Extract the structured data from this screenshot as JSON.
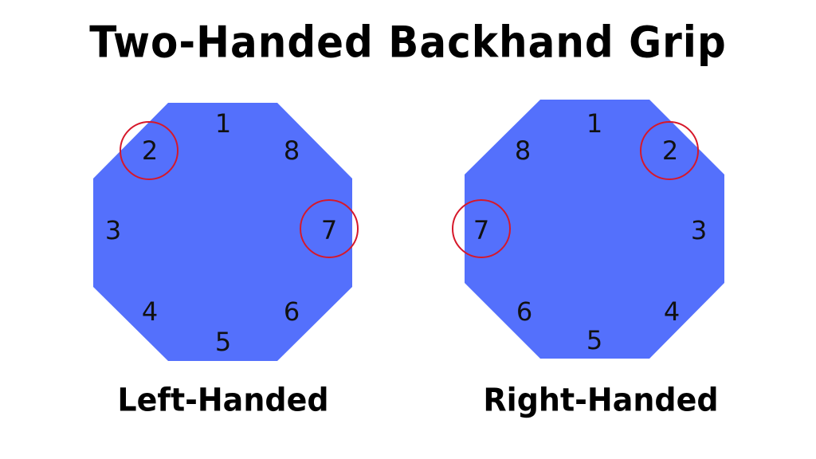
{
  "title": "Two-Handed Backhand Grip",
  "colors": {
    "octagon_fill": "#5470fc",
    "highlight_circle": "#d6182a",
    "text": "#000000",
    "background": "#ffffff"
  },
  "diagrams": [
    {
      "caption": "Left-Handed",
      "bevels": [
        {
          "label": "1",
          "highlighted": false
        },
        {
          "label": "2",
          "highlighted": true
        },
        {
          "label": "3",
          "highlighted": false
        },
        {
          "label": "4",
          "highlighted": false
        },
        {
          "label": "5",
          "highlighted": false
        },
        {
          "label": "6",
          "highlighted": false
        },
        {
          "label": "7",
          "highlighted": true
        },
        {
          "label": "8",
          "highlighted": false
        }
      ]
    },
    {
      "caption": "Right-Handed",
      "bevels": [
        {
          "label": "1",
          "highlighted": false
        },
        {
          "label": "2",
          "highlighted": true
        },
        {
          "label": "3",
          "highlighted": false
        },
        {
          "label": "4",
          "highlighted": false
        },
        {
          "label": "5",
          "highlighted": false
        },
        {
          "label": "6",
          "highlighted": false
        },
        {
          "label": "7",
          "highlighted": true
        },
        {
          "label": "8",
          "highlighted": false
        }
      ]
    }
  ]
}
